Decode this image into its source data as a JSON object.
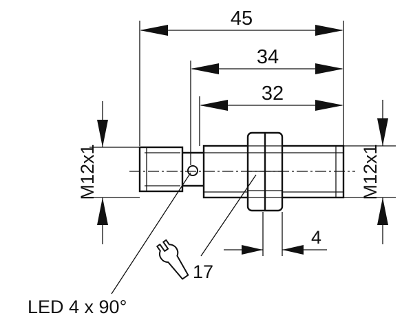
{
  "diagram": {
    "dimensions": {
      "overall_length": "45",
      "length_from_led": "34",
      "thread_length": "32",
      "thread_left": "M12x1",
      "thread_right": "M12x1",
      "nut_thickness": "4",
      "wrench_size": "17"
    },
    "led_label": "LED 4 x 90°",
    "icons": {
      "wrench": "wrench-icon"
    },
    "colors": {
      "line": "#111111",
      "background": "#ffffff"
    }
  }
}
